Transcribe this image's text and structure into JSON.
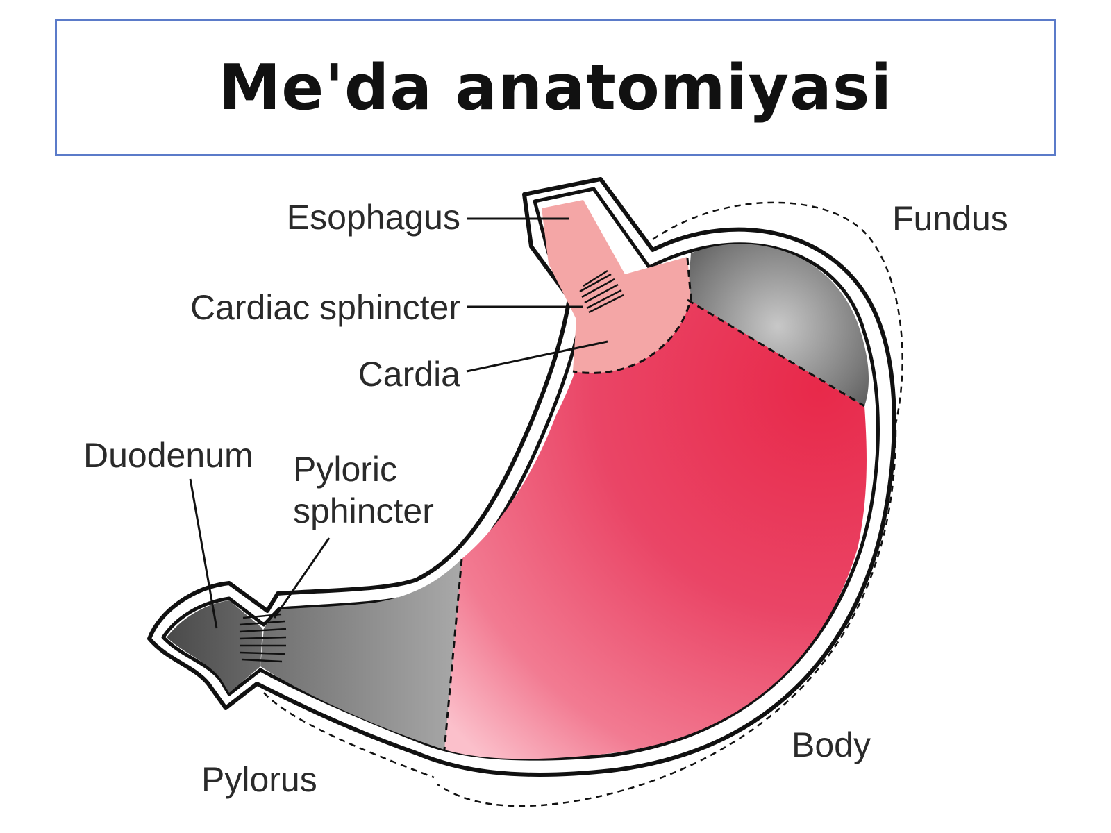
{
  "title": "Me'da anatomiyasi",
  "labels": {
    "esophagus": "Esophagus",
    "cardiac_sphincter": "Cardiac sphincter",
    "cardia": "Cardia",
    "duodenum": "Duodenum",
    "pyloric_sphincter_line1": "Pyloric",
    "pyloric_sphincter_line2": "sphincter",
    "fundus": "Fundus",
    "body": "Body",
    "pylorus": "Pylorus"
  },
  "colors": {
    "title_border": "#5b7bc9",
    "body_red": "#e8294a",
    "esophagus_pink": "#f4a6a6",
    "fundus_dark": "#2a2a2a",
    "pylorus_gray": "#8a8a8a"
  }
}
